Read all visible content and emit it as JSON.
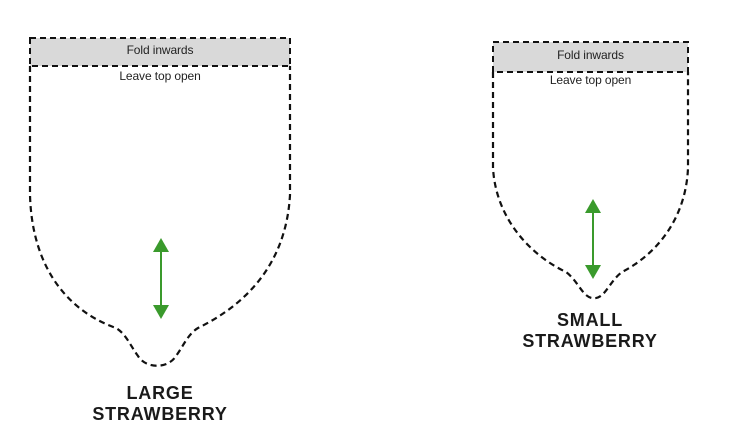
{
  "large": {
    "fold_label": "Fold inwards",
    "open_label": "Leave top open",
    "title_line1": "LARGE",
    "title_line2": "STRAWBERRY"
  },
  "small": {
    "fold_label": "Fold inwards",
    "open_label": "Leave top open",
    "title_line1": "SMALL",
    "title_line2": "STRAWBERRY"
  },
  "colors": {
    "outline": "#111111",
    "fold_band": "#d9d9d9",
    "grain_arrow": "#3a9a2c"
  },
  "icons": {
    "grain_line": "double-arrow-icon"
  }
}
